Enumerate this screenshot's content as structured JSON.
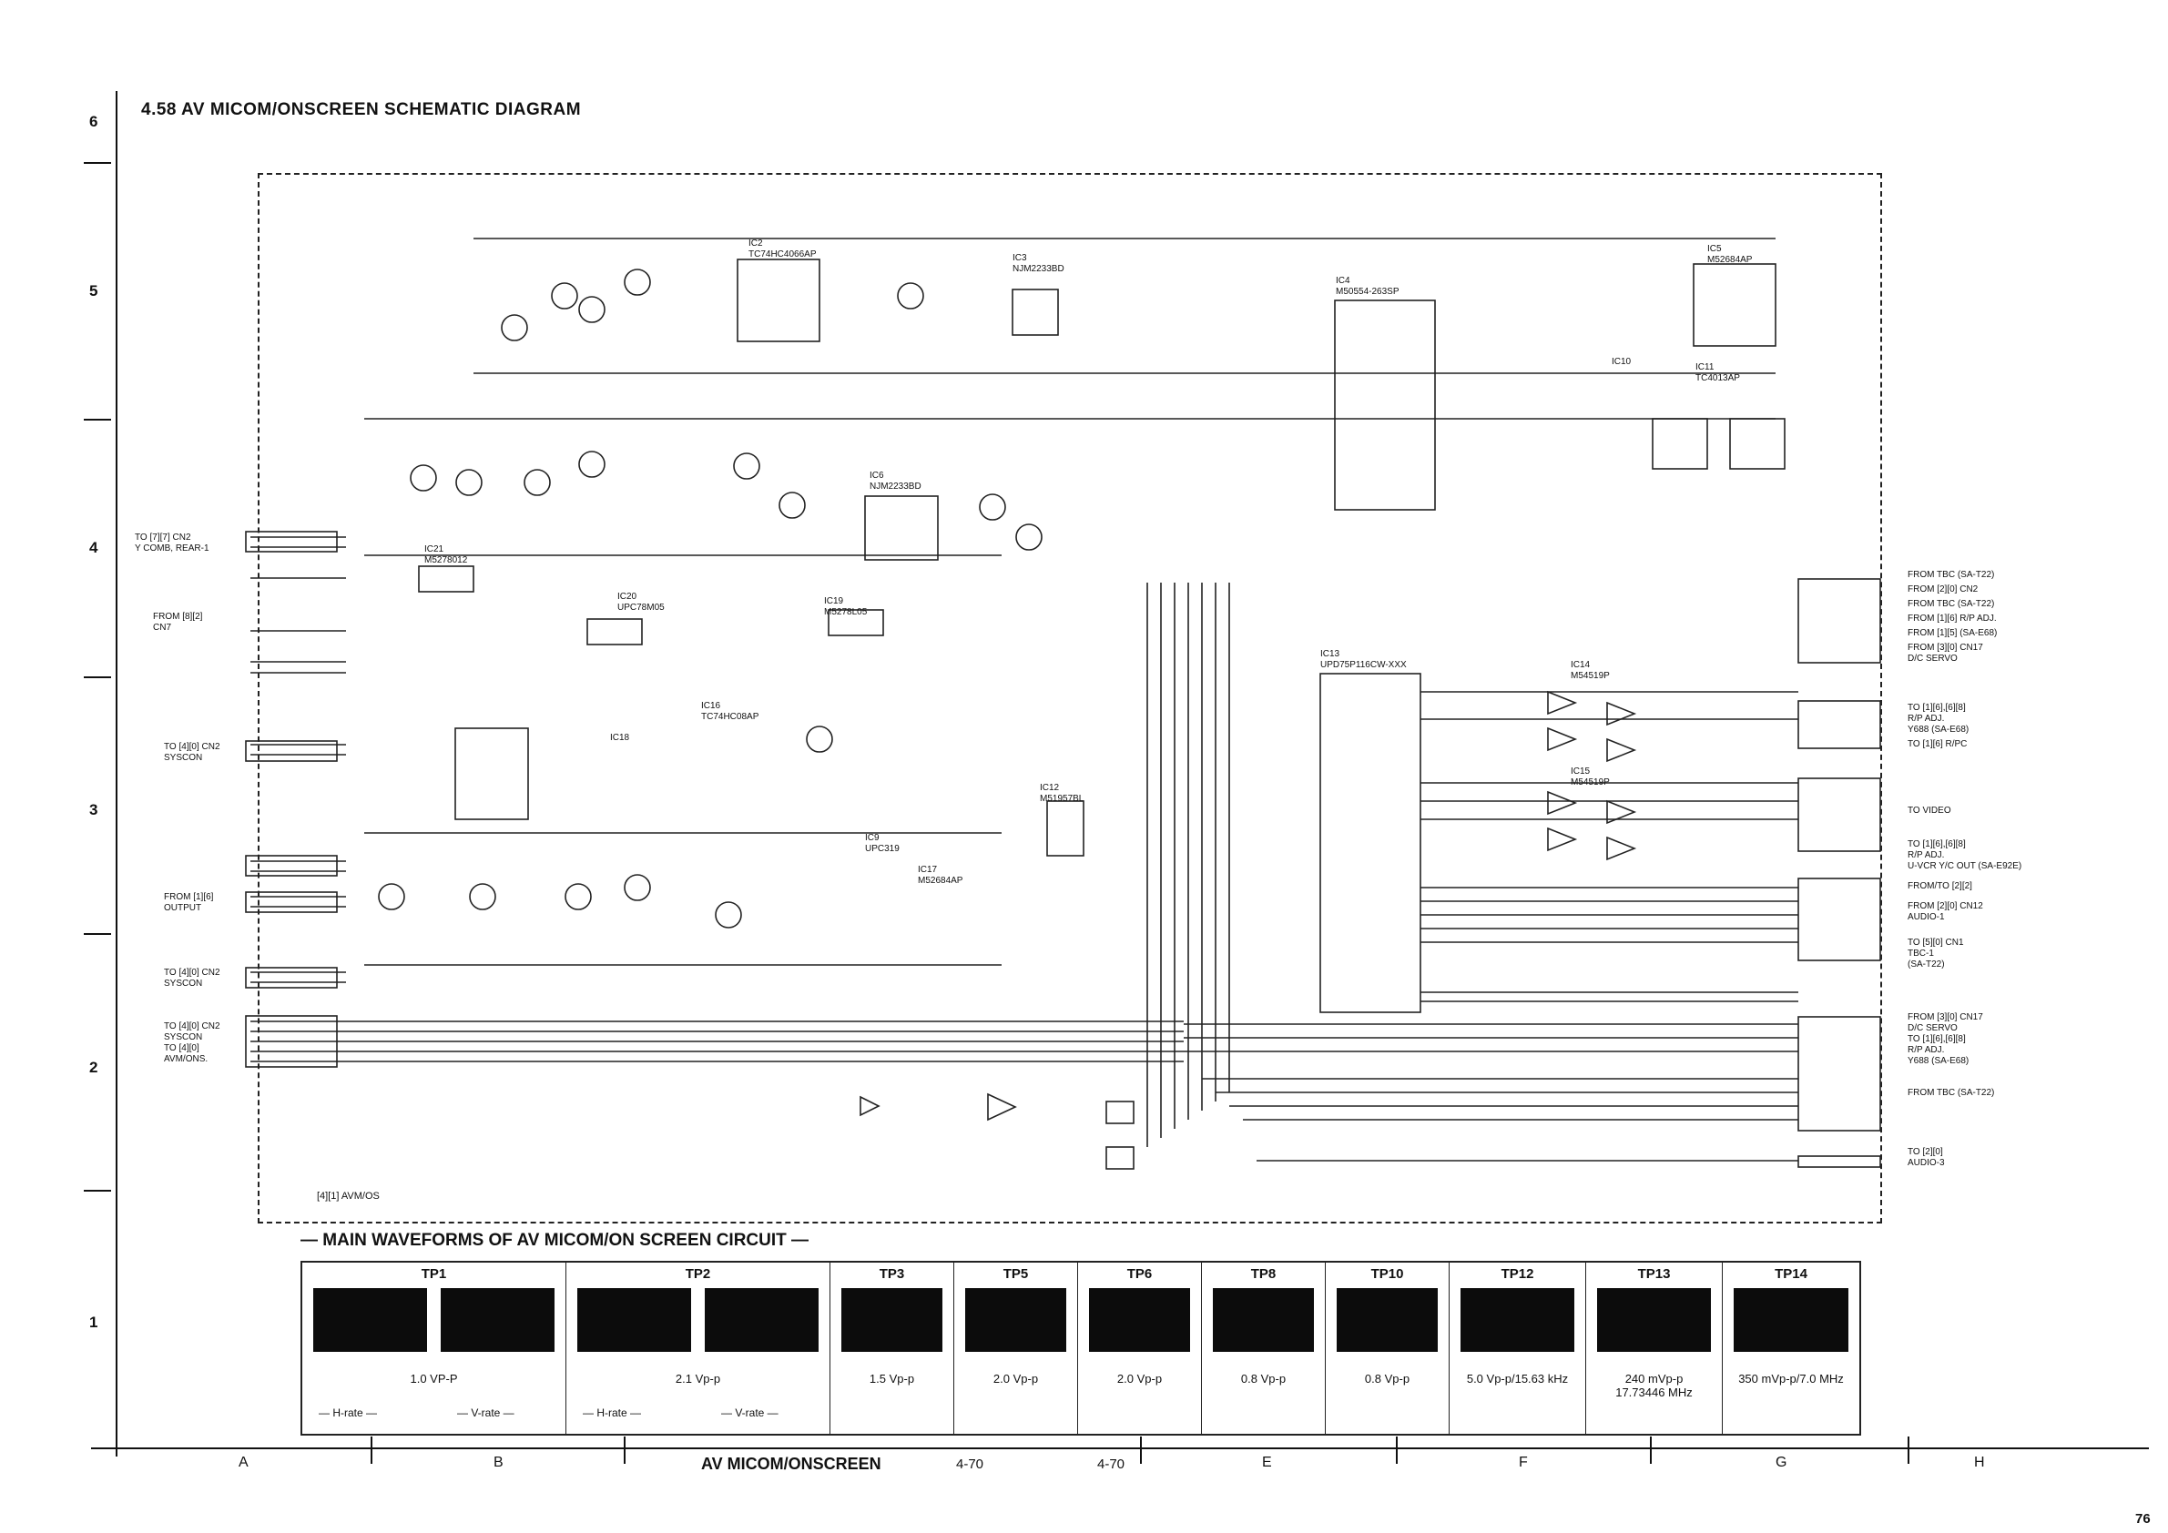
{
  "title": "4.58  AV MICOM/ONSCREEN SCHEMATIC DIAGRAM",
  "row_numbers": [
    "6",
    "5",
    "4",
    "3",
    "2",
    "1"
  ],
  "column_letters": [
    "A",
    "B",
    "E",
    "F",
    "G",
    "H"
  ],
  "footer": {
    "title": "AV MICOM/ONSCREEN",
    "board_ref": "4-70",
    "board_ref_2": "4-70",
    "page_number": "76"
  },
  "ic_labels": {
    "ic2": "IC2\nTC74HC4066AP",
    "ic3": "IC3\nNJM2233BD",
    "ic4": "IC4\nM50554-263SP",
    "ic5": "IC5\nM52684AP",
    "ic6": "IC6\nNJM2233BD",
    "ic9": "IC9\nUPC319",
    "ic10": "IC10",
    "ic11": "IC11\nTC4013AP",
    "ic12": "IC12\nM51957BL",
    "ic13": "IC13\nUPD75P116CW-XXX",
    "ic14": "IC14\nM54519P",
    "ic15": "IC15\nM54519P",
    "ic16": "IC16\nTC74HC08AP",
    "ic17": "IC17\nM52684AP",
    "ic18": "IC18",
    "ic19": "IC19\nM5278L05",
    "ic20": "IC20\nUPC78M05",
    "ic21": "IC21\nM5278012"
  },
  "left_connectors": [
    {
      "text": "TO [7][7] CN2\nY COMB, REAR-1"
    },
    {
      "text": "FROM [8][2]\nCN7"
    },
    {
      "text": "TO [4][0] CN2\nSYSCON"
    },
    {
      "text": "FROM [1][6]\nOUTPUT"
    },
    {
      "text": "TO [4][0] CN2\nSYSCON"
    },
    {
      "text": "TO [4][0] CN2\nSYSCON\nTO [4][0]\nAVM/ONS."
    }
  ],
  "right_connectors": [
    {
      "text": "FROM TBC (SA-T22)"
    },
    {
      "text": "FROM [2][0] CN2"
    },
    {
      "text": "FROM TBC (SA-T22)"
    },
    {
      "text": "FROM [1][6] R/P ADJ."
    },
    {
      "text": "FROM [1][5] (SA-E68)"
    },
    {
      "text": "FROM [3][0] CN17\nD/C SERVO"
    },
    {
      "text": "TO [1][6],[6][8]\nR/P ADJ.\nY688 (SA-E68)"
    },
    {
      "text": "TO [1][6] R/PC"
    },
    {
      "text": "TO VIDEO"
    },
    {
      "text": "TO [1][6],[6][8]\nR/P ADJ.\nU-VCR Y/C OUT (SA-E92E)"
    },
    {
      "text": "FROM/TO [2][2]"
    },
    {
      "text": "FROM [2][0] CN12\nAUDIO-1"
    },
    {
      "text": "TO [5][0] CN1\nTBC-1\n(SA-T22)"
    },
    {
      "text": "FROM [3][0] CN17\nD/C SERVO\nTO [1][6],[6][8]\nR/P ADJ.\nY688 (SA-E68)"
    },
    {
      "text": "FROM TBC (SA-T22)"
    },
    {
      "text": "TO [2][0]\nAUDIO-3"
    }
  ],
  "legend_note": "[4][1]  AVM/OS",
  "waveforms": {
    "title": "— MAIN WAVEFORMS OF AV MICOM/ON SCREEN CIRCUIT —",
    "cells": [
      {
        "name": "TP1",
        "value": "1.0 VP-P",
        "h_rate": "— H-rate —",
        "v_rate": "— V-rate —"
      },
      {
        "name": "TP2",
        "value": "2.1 Vp-p",
        "h_rate": "— H-rate —",
        "v_rate": "— V-rate —"
      },
      {
        "name": "TP3",
        "value": "1.5 Vp-p"
      },
      {
        "name": "TP5",
        "value": "2.0 Vp-p"
      },
      {
        "name": "TP6",
        "value": "2.0 Vp-p"
      },
      {
        "name": "TP8",
        "value": "0.8 Vp-p"
      },
      {
        "name": "TP10",
        "value": "0.8 Vp-p"
      },
      {
        "name": "TP12",
        "value": "5.0 Vp-p/15.63 kHz"
      },
      {
        "name": "TP13",
        "value": "240 mVp-p\n17.73446 MHz"
      },
      {
        "name": "TP14",
        "value": "350 mVp-p/7.0 MHz"
      }
    ]
  }
}
